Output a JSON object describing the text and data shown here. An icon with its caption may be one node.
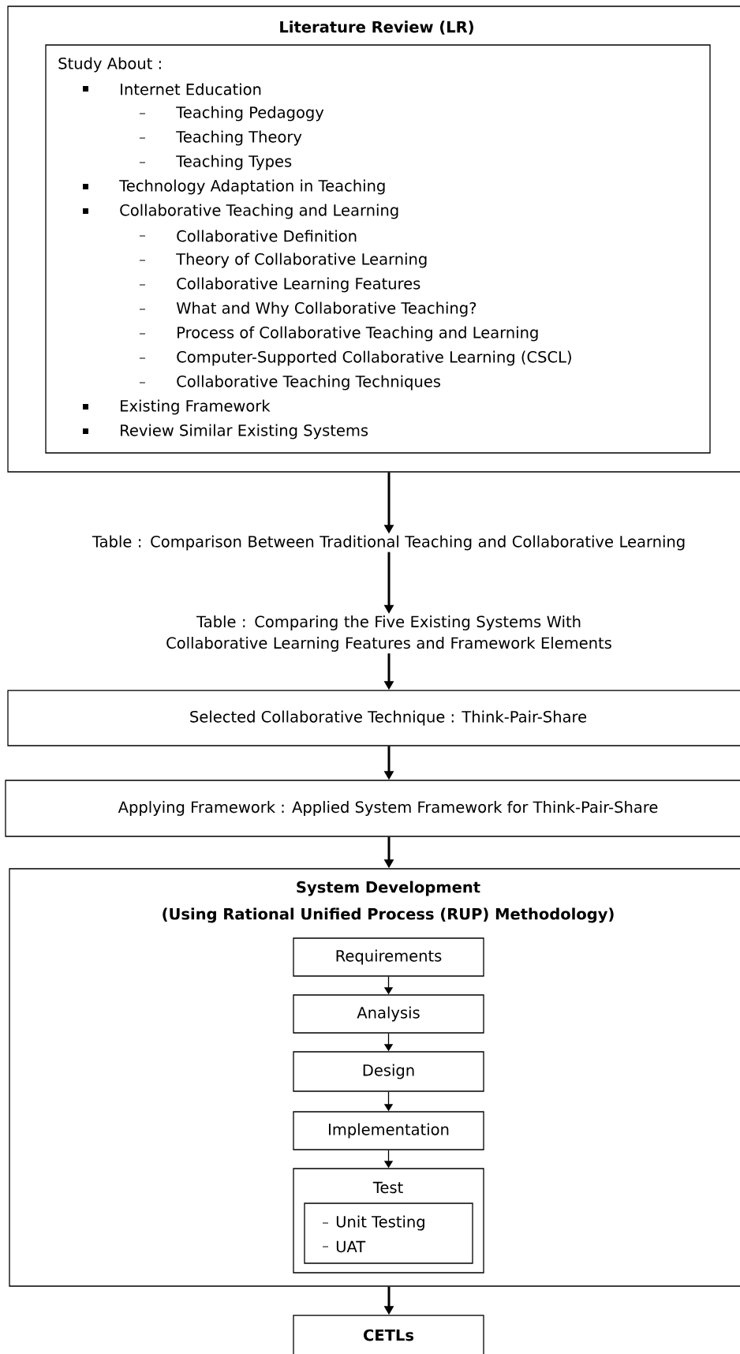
{
  "diagram": {
    "nodes": [
      {
        "text": [
          "Literature Review (LR)"
        ]
      },
      {
        "text": [
          "Study About :",
          "Internet Education",
          "Teaching Pedagogy",
          "Teaching Theory",
          "Teaching Types",
          "Technology Adaptation in Teaching",
          "Collaborative Teaching and Learning",
          "Collaborative Definition",
          "Theory of Collaborative Learning",
          "Collaborative Learning Features",
          "What and Why Collaborative Teaching?",
          "Process of Collaborative Teaching and Learning",
          "Computer-Supported Collaborative Learning (CSCL)",
          "Collaborative Teaching Techniques",
          "Existing Framework",
          "Review Similar Existing Systems"
        ],
        "in": 0
      },
      {
        "text": [
          "Table : Comparison Between Traditional Teaching and Collaborative Learning"
        ]
      },
      {
        "text": [
          "Table : Comparing the Five Existing Systems With Collaborative Learning Features and Framework Elements"
        ]
      },
      {
        "text": [
          "Selected Collaborative Technique : Think-Pair-Share"
        ]
      },
      {
        "text": [
          "Applying Framework : Applied System Framework for Think-Pair-Share"
        ]
      },
      {
        "text": [
          "System Development",
          "(Using Rational Unified Process (RUP) Methodology)"
        ]
      },
      {
        "text": [
          "Requirements"
        ],
        "in": 6
      },
      {
        "text": [
          "Analysis"
        ],
        "in": 6
      },
      {
        "text": [
          "Design"
        ],
        "in": 6
      },
      {
        "text": [
          "Implementation"
        ],
        "in": 6
      },
      {
        "text": [
          "Test"
        ],
        "in": 6
      },
      {
        "text": [
          "Unit Testing",
          "UAT"
        ],
        "in": 11
      },
      {
        "text": [
          "CETLs"
        ]
      }
    ],
    "edges": [
      {
        "from": 0,
        "to": 2,
        "arrow": "to"
      },
      {
        "from": 2,
        "to": 3,
        "arrow": "to"
      },
      {
        "from": 3,
        "to": 4,
        "arrow": "to"
      },
      {
        "from": 4,
        "to": 5,
        "arrow": "to"
      },
      {
        "from": 5,
        "to": 6,
        "arrow": "to"
      },
      {
        "from": 7,
        "to": 8,
        "arrow": "to"
      },
      {
        "from": 8,
        "to": 9,
        "arrow": "to"
      },
      {
        "from": 9,
        "to": 10,
        "arrow": "to"
      },
      {
        "from": 10,
        "to": 11,
        "arrow": "to"
      },
      {
        "from": 6,
        "to": 13,
        "arrow": "to"
      }
    ]
  }
}
